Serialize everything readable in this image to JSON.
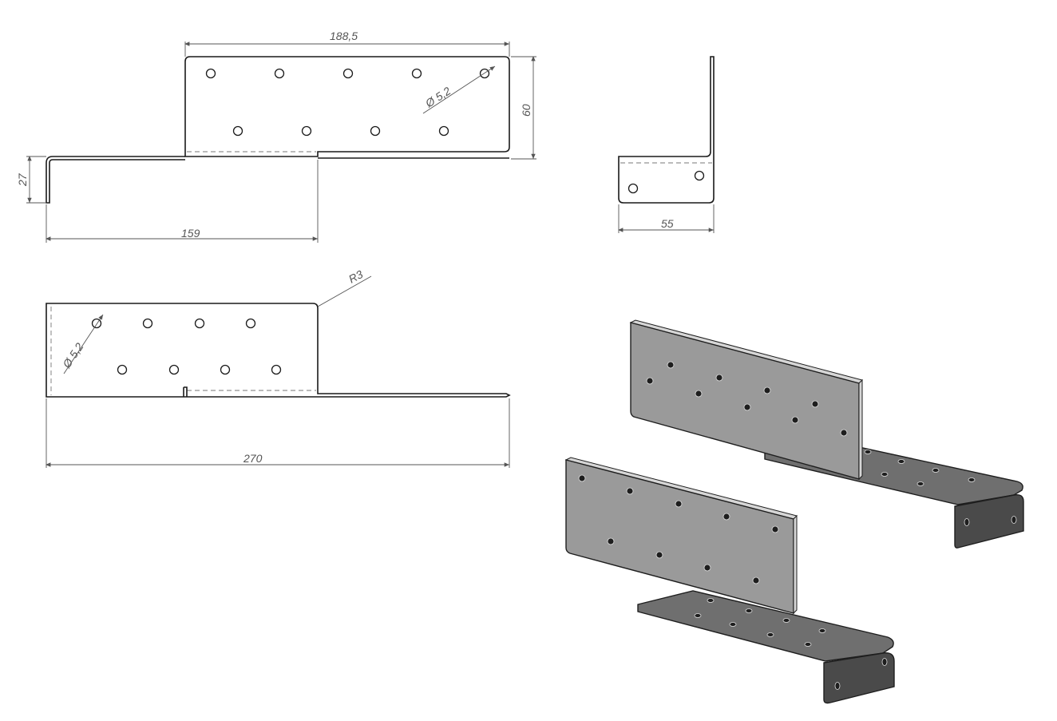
{
  "drawing": {
    "dimensions": {
      "top_width": "188,5",
      "top_height": "60",
      "left_tab_height": "27",
      "bottom_run": "159",
      "side_width": "55",
      "radius": "R3",
      "hole_diameter_top": "Ø 5,2",
      "hole_diameter_front": "Ø 5,2",
      "total_length": "270"
    }
  }
}
